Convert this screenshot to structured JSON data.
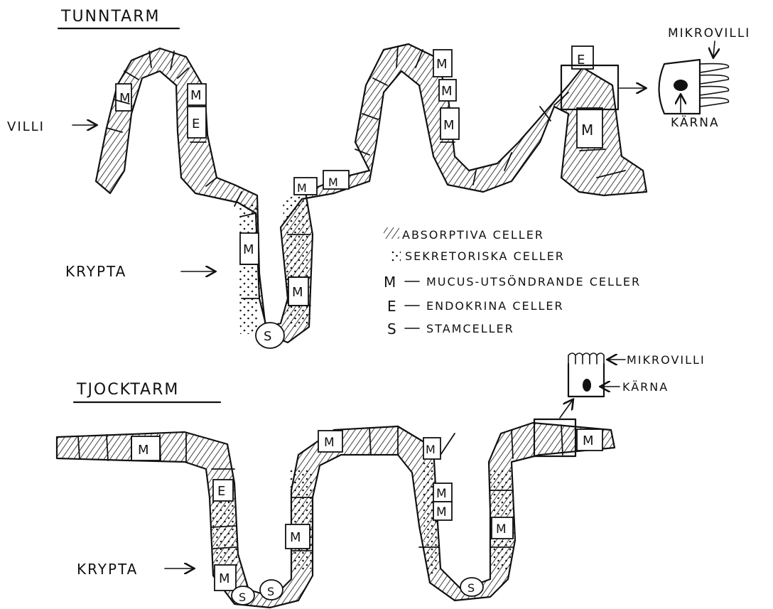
{
  "titles": {
    "small_intestine": "TUNNTARM",
    "large_intestine": "TJOCKTARM"
  },
  "labels": {
    "villi": "VILLI",
    "crypt_top": "KRYPTA",
    "crypt_bottom": "KRYPTA",
    "microvilli_top": "MIKROVILLI",
    "nucleus_top": "KÄRNA",
    "microvilli_bottom": "MIKROVILLI",
    "nucleus_bottom": "KÄRNA"
  },
  "legend": [
    {
      "symbol": "hatch",
      "text": "ABSORPTIVA CELLER"
    },
    {
      "symbol": "dots",
      "text": "SEKRETORISKA CELLER"
    },
    {
      "symbol": "M",
      "text": "MUCUS-UTSÖNDRANDE CELLER"
    },
    {
      "symbol": "E",
      "text": "ENDOKRINA CELLER"
    },
    {
      "symbol": "S",
      "text": "STAMCELLER"
    }
  ],
  "cell_letters": {
    "mucus": "M",
    "endocrine": "E",
    "stem": "S"
  },
  "colors": {
    "ink": "#111111",
    "background": "#ffffff"
  }
}
